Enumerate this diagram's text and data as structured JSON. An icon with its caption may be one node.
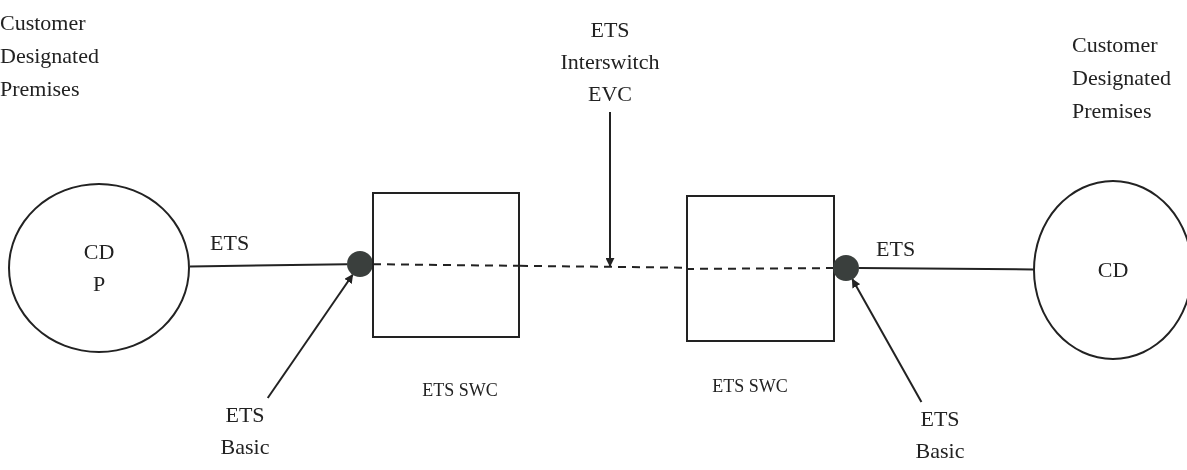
{
  "diagram": {
    "nodes": [
      {
        "text": [
          "CD P"
        ],
        "beside": [
          "Customer Designated Premises"
        ]
      },
      {
        "text": [],
        "shape": "circle"
      },
      {
        "text": [],
        "shape": "box",
        "beside": [
          "ETS SWC"
        ]
      },
      {
        "text": [],
        "shape": "box",
        "beside": [
          "ETS SWC"
        ]
      },
      {
        "text": [],
        "shape": "circle"
      },
      {
        "text": [
          "CD"
        ],
        "beside": [
          "Customer Designated Premises"
        ]
      },
      {
        "text": [
          "ETS Interswitch EVC"
        ]
      },
      {
        "text": [
          "ETS Basic"
        ]
      },
      {
        "text": [
          "ETS Basic"
        ]
      }
    ],
    "edges": [
      {
        "from": 0,
        "to": 1,
        "arrow": "none",
        "label": "ETS"
      },
      {
        "from": 1,
        "to": 2,
        "arrow": "none",
        "style": "dashed"
      },
      {
        "from": 2,
        "to": 3,
        "arrow": "none",
        "style": "dashed"
      },
      {
        "from": 3,
        "to": 4,
        "arrow": "none",
        "style": "dashed"
      },
      {
        "from": 4,
        "to": 5,
        "arrow": "none",
        "label": "ETS"
      },
      {
        "from": 6,
        "to": null,
        "arrow": "to"
      },
      {
        "from": 7,
        "to": 1,
        "arrow": "to"
      },
      {
        "from": 8,
        "to": 4,
        "arrow": "to"
      }
    ]
  }
}
